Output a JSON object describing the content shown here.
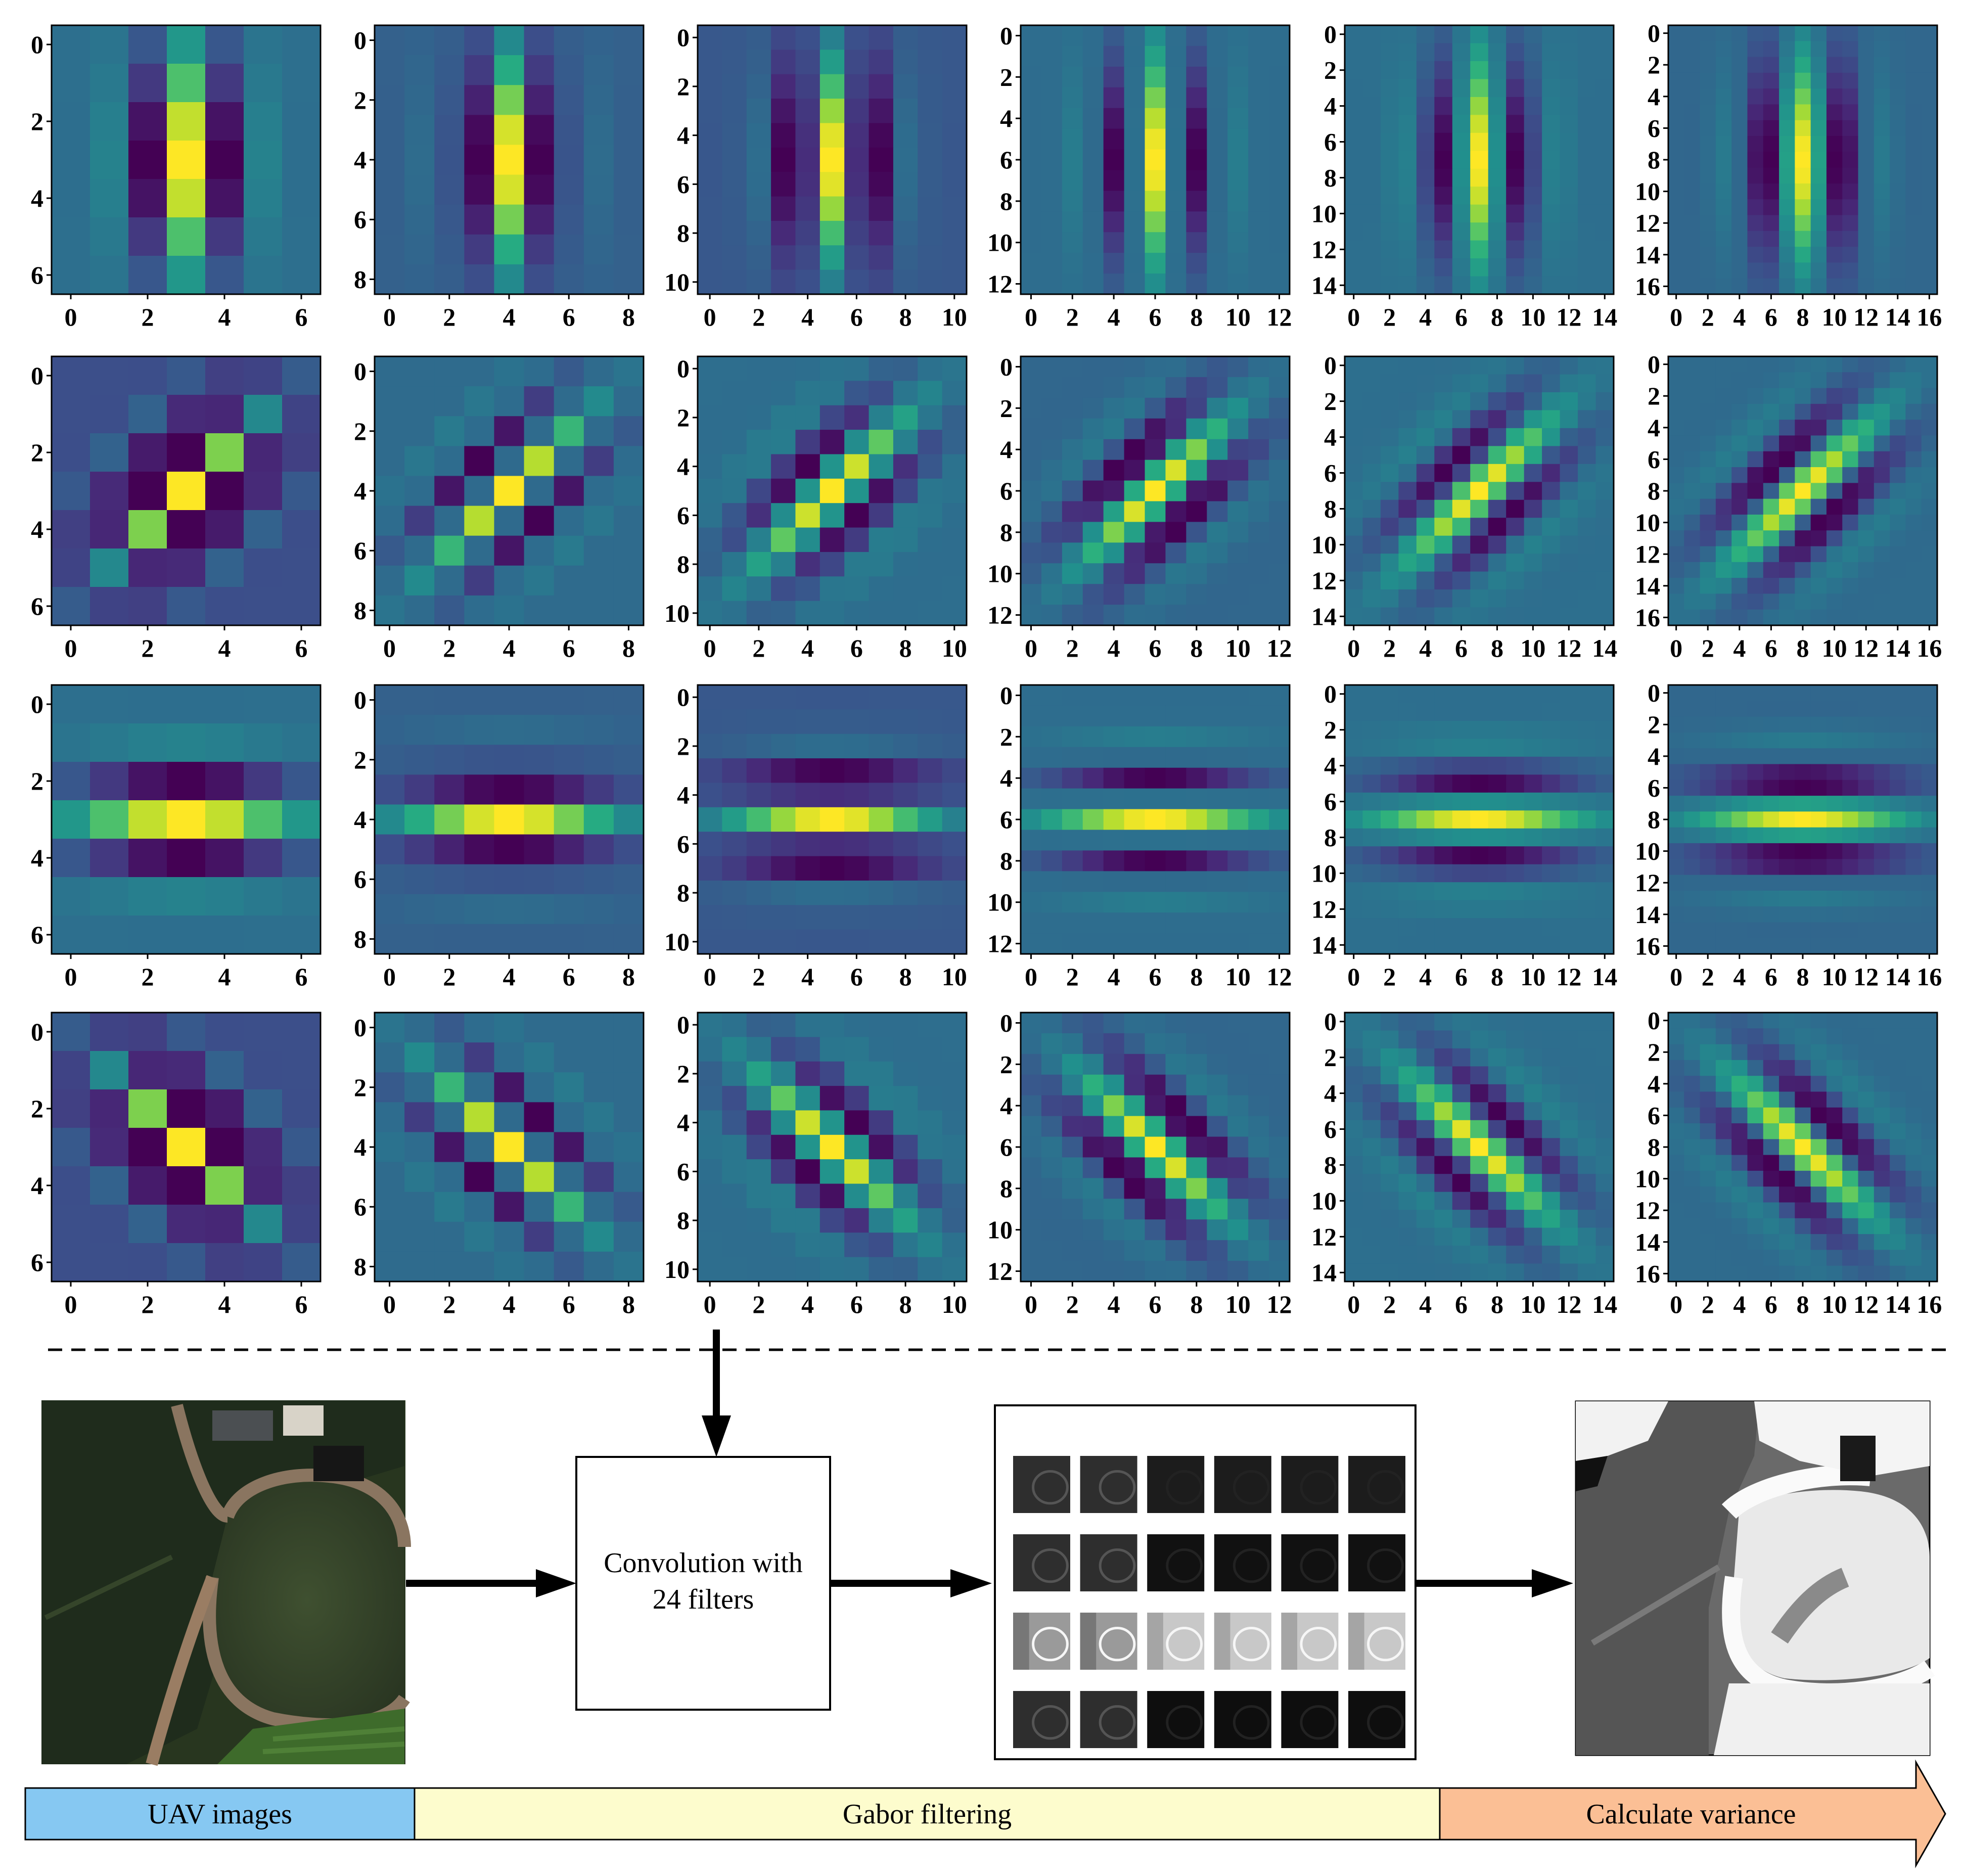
{
  "figure": {
    "kernel_grid": {
      "rows": 4,
      "cols": 6,
      "orientations_deg": [
        0,
        45,
        90,
        135
      ],
      "kernel_sizes": [
        7,
        9,
        11,
        13,
        15,
        17
      ],
      "tick_labels": [
        [
          "0",
          "2",
          "4",
          "6"
        ],
        [
          "0",
          "2",
          "4",
          "6",
          "8"
        ],
        [
          "0",
          "2",
          "4",
          "6",
          "8",
          "10"
        ],
        [
          "0",
          "2",
          "4",
          "6",
          "8",
          "10",
          "12"
        ],
        [
          "0",
          "2",
          "4",
          "6",
          "8",
          "10",
          "12",
          "14"
        ],
        [
          "0",
          "2",
          "4",
          "6",
          "8",
          "10",
          "12",
          "14",
          "16"
        ]
      ],
      "colormap": "viridis"
    },
    "pipeline": {
      "convolution_label_line1": "Convolution with",
      "convolution_label_line2": "24 filters",
      "filtered_stack": {
        "rows": 4,
        "cols": 6
      }
    },
    "stage_bar": {
      "uav_label": "UAV images",
      "gabor_label": "Gabor filtering",
      "variance_label": "Calculate variance",
      "colors": {
        "uav": "#86c8f2",
        "gabor": "#fdfccd",
        "variance": "#fbbf95"
      }
    }
  }
}
